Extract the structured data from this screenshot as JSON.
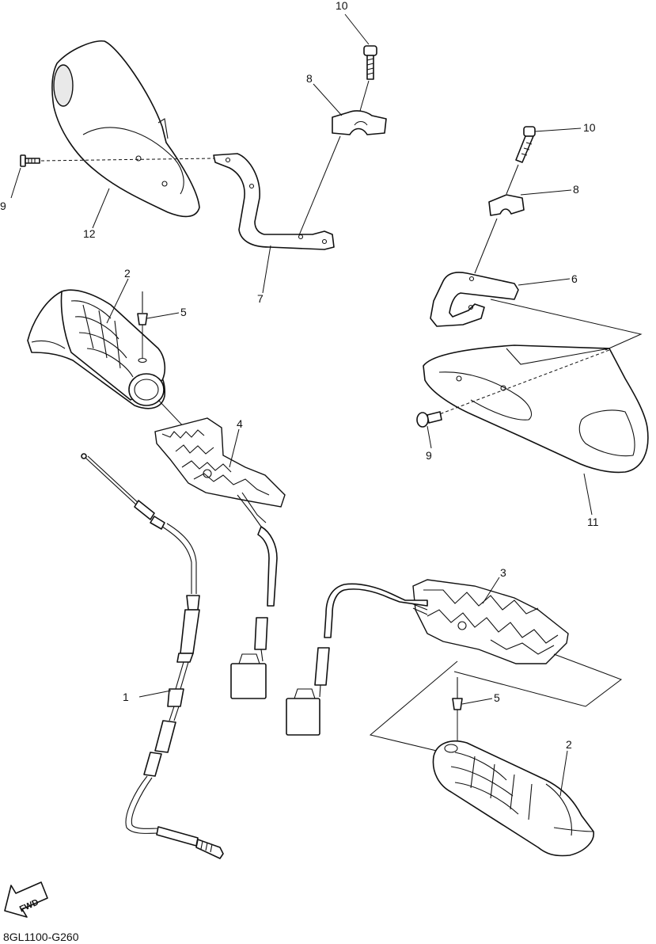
{
  "diagram_code": "8GL1100-G260",
  "fwd_label": "FWD",
  "callouts": {
    "c1": "1",
    "c2a": "2",
    "c2b": "2",
    "c3": "3",
    "c4": "4",
    "c5a": "5",
    "c5b": "5",
    "c6": "6",
    "c7": "7",
    "c8a": "8",
    "c8b": "8",
    "c9a": "9",
    "c9b": "9",
    "c10a": "10",
    "c10b": "10",
    "c11": "11",
    "c12": "12"
  }
}
